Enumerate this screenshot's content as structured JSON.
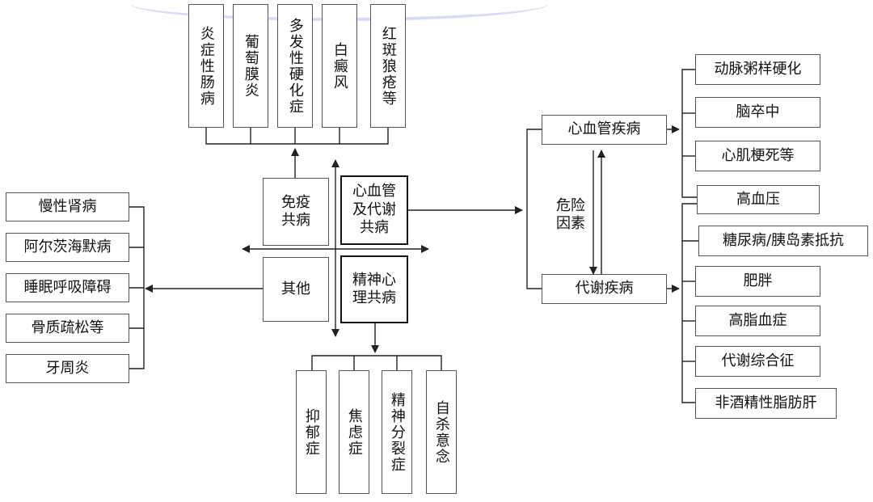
{
  "center": {
    "immune": "免疫\n共病",
    "cardio_metabolic": "心血管\n及代谢\n共病",
    "other": "其他",
    "mental": "精神心\n理共病"
  },
  "immune_diseases": [
    "炎症性肠病",
    "葡萄膜炎",
    "多发性硬化症",
    "白癜风",
    "红斑狼疮等"
  ],
  "mental_diseases": [
    "抑郁症",
    "焦虑症",
    "精神分裂症",
    "自杀意念"
  ],
  "other_diseases": [
    "慢性肾病",
    "阿尔茨海默病",
    "睡眠呼吸障碍",
    "骨质疏松等",
    "牙周炎"
  ],
  "cardio": {
    "cardiovascular": "心血管疾病",
    "metabolic": "代谢疾病",
    "risk_factor": "危险\n因素",
    "cardiovascular_items": [
      "动脉粥样硬化",
      "脑卒中",
      "心肌梗死等"
    ],
    "hypertension": "高血压",
    "metabolic_items": [
      "糖尿病/胰岛素抵抗",
      "肥胖",
      "高脂血症",
      "代谢综合征",
      "非酒精性脂肪肝"
    ]
  }
}
